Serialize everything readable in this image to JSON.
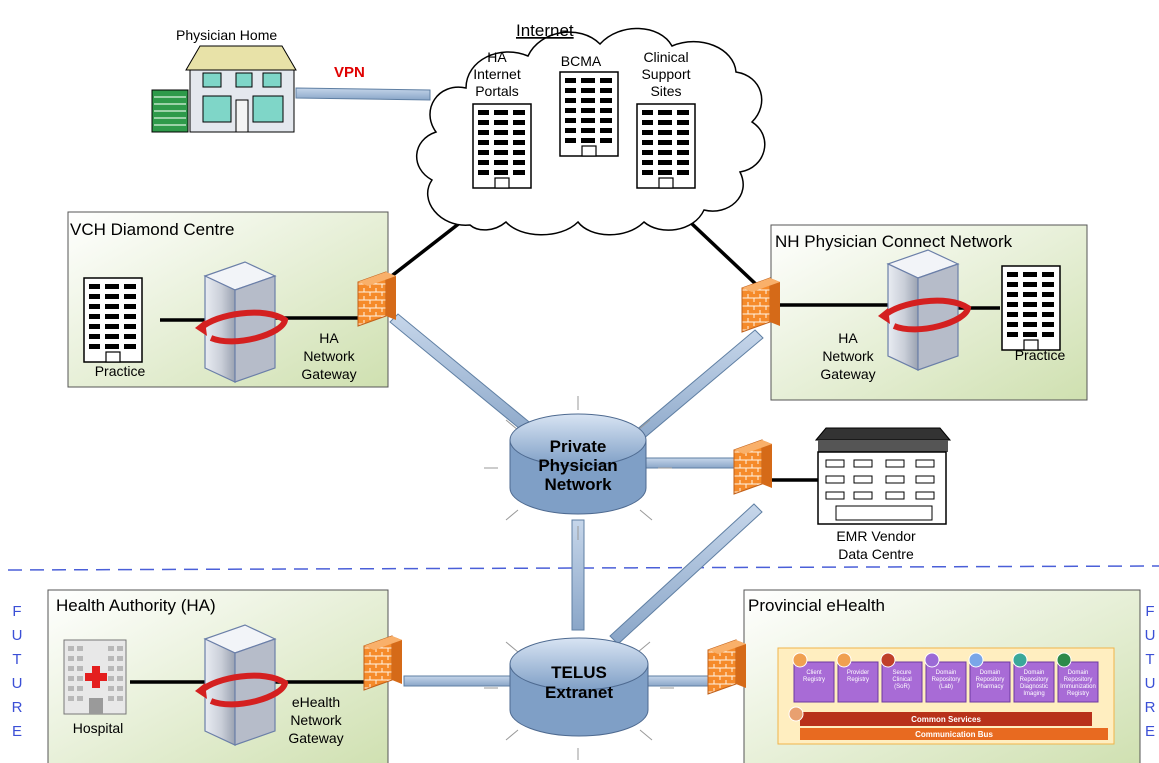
{
  "internet": {
    "title": "Internet",
    "sites": {
      "ha_portals": [
        "HA",
        "Internet",
        "Portals"
      ],
      "bcma": "BCMA",
      "clinical_support": [
        "Clinical",
        "Support",
        "Sites"
      ]
    }
  },
  "physician_home": {
    "label": "Physician Home",
    "vpn": "VPN"
  },
  "vch": {
    "title": "VCH Diamond Centre",
    "practice": "Practice",
    "gateway": [
      "HA",
      "Network",
      "Gateway"
    ]
  },
  "nh": {
    "title": "NH Physician Connect Network",
    "practice": "Practice",
    "gateway": [
      "HA",
      "Network",
      "Gateway"
    ]
  },
  "ppn": {
    "label": [
      "Private",
      "Physician",
      "Network"
    ]
  },
  "emr": {
    "label": [
      "EMR Vendor",
      "Data Centre"
    ]
  },
  "telus": {
    "label": [
      "TELUS",
      "Extranet"
    ]
  },
  "health_authority": {
    "title": "Health Authority (HA)",
    "hospital": "Hospital",
    "gateway": [
      "eHealth",
      "Network",
      "Gateway"
    ]
  },
  "provincial": {
    "title": "Provincial eHealth",
    "modules": [
      [
        "Client",
        "Registry"
      ],
      [
        "Provider",
        "Registry"
      ],
      [
        "Secure",
        "Clinical",
        "(SoR)"
      ],
      [
        "Domain",
        "Repository",
        "(Lab)"
      ],
      [
        "Domain",
        "Repository",
        "Pharmacy"
      ],
      [
        "Domain",
        "Repository",
        "Diagnostic",
        "Imaging"
      ],
      [
        "Domain",
        "Repository",
        "Immunization",
        "Registry"
      ]
    ],
    "common_services": "Common Services",
    "communication_bus": "Communication Bus"
  },
  "future_label": [
    "F",
    "U",
    "T",
    "U",
    "R",
    "E"
  ],
  "colors": {
    "pipe": "#a9c2dc",
    "pipe_edge": "#5f7fa3",
    "panel_top": "#f4f8e8",
    "panel_bottom": "#cfe0b0",
    "firewall": "#f58a2a",
    "dash": "#4a5fd8",
    "vpn": "#e00000"
  }
}
